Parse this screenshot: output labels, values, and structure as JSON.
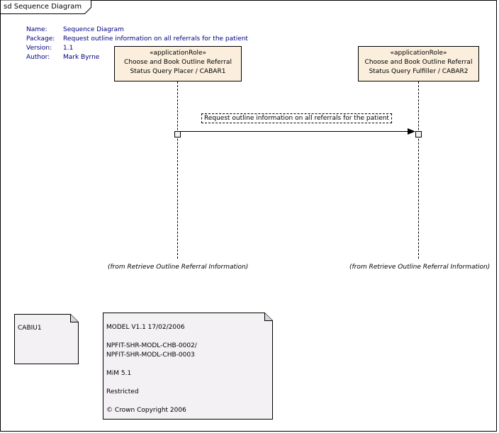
{
  "frame": {
    "label": "sd Sequence Diagram"
  },
  "meta": [
    {
      "key": "Name:",
      "value": "Sequence Diagram"
    },
    {
      "key": "Package:",
      "value": "Request outline information on all referrals for the patient"
    },
    {
      "key": "Version:",
      "value": "1.1"
    },
    {
      "key": "Author:",
      "value": "Mark Byrne"
    }
  ],
  "roles": [
    {
      "stereotype": "«applicationRole»",
      "line1": "Choose and Book Outline Referral",
      "line2": "Status Query Placer / CABAR1",
      "from": "(from Retrieve Outline Referral Information)"
    },
    {
      "stereotype": "«applicationRole»",
      "line1": "Choose and Book Outline Referral",
      "line2": "Status Query Fulfiller / CABAR2",
      "from": "(from Retrieve Outline Referral Information)"
    }
  ],
  "message": {
    "label": "Request outline information on all referrals for the patient"
  },
  "notes": [
    {
      "lines": [
        "CABIU1"
      ]
    },
    {
      "lines": [
        "MODEL V1.1 17/02/2006",
        "",
        "NPFIT-SHR-MODL-CHB-0002/",
        "NPFIT-SHR-MODL-CHB-0003",
        "",
        "MiM 5.1",
        "",
        "Restricted",
        "",
        "© Crown Copyright 2006"
      ]
    }
  ]
}
